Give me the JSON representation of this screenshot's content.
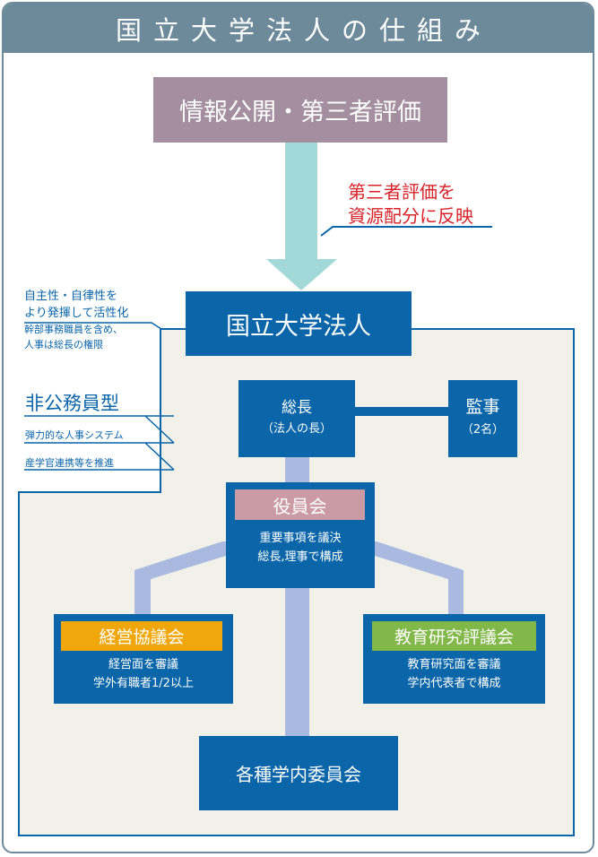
{
  "title": "国立大学法人の仕組み",
  "disclosure": "情報公開・第三者評価",
  "evaluation_note": [
    "第三者評価を",
    "資源配分に反映"
  ],
  "corporation": "国立大学法人",
  "autonomy_note": {
    "line1": "自主性・自律性を",
    "line2": "より発揮して活性化",
    "line3": "幹部事務職員を含め、",
    "line4": "人事は総長の権限"
  },
  "non_civil_servant": {
    "title": "非公務員型",
    "items": [
      "弾力的な人事システム",
      "産学官連携等を推進"
    ]
  },
  "president": {
    "label": "総長",
    "sub": "（法人の長）"
  },
  "auditor": {
    "label": "監事",
    "sub": "（2名）"
  },
  "board": {
    "label": "役員会",
    "lines": [
      "重要事項を議決",
      "総長,理事で構成"
    ]
  },
  "management_council": {
    "label": "経営協議会",
    "lines": [
      "経営面を審議",
      "学外有職者1/2以上"
    ]
  },
  "education_council": {
    "label": "教育研究評議会",
    "lines": [
      "教育研究面を審議",
      "学内代表者で構成"
    ]
  },
  "committees": "各種学内委員会",
  "colors": {
    "header": "#6d8a9b",
    "disclosure": "#a38fa0",
    "arrow": "#a2d8d7",
    "primary_blue": "#0a65a9",
    "connector": "#a9b9e0",
    "board_label": "#cb9ba5",
    "management_label": "#efa70b",
    "education_label": "#82b84a",
    "note_red": "#d8232a",
    "panel_bg": "#f1f1ea"
  }
}
